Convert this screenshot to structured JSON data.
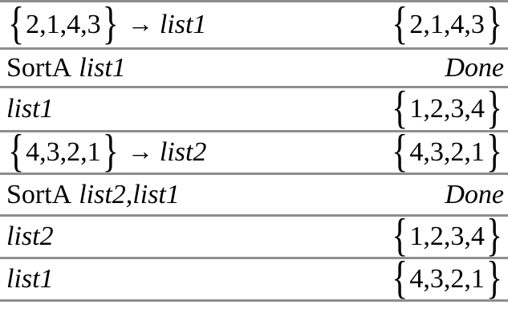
{
  "app": {
    "description": "Calculator history showing SortA list examples"
  },
  "symbols": {
    "open_brace": "{",
    "close_brace": "}",
    "assign_arrow": "→"
  },
  "rows": [
    {
      "type": "assignment",
      "input": {
        "values": "2,1,4,3",
        "target": "list1"
      },
      "output": {
        "values": "2,1,4,3"
      }
    },
    {
      "type": "command",
      "input": {
        "command": "SortA",
        "args": "list1"
      },
      "output": {
        "text": "Done"
      }
    },
    {
      "type": "recall",
      "input": {
        "name": "list1"
      },
      "output": {
        "values": "1,2,3,4"
      }
    },
    {
      "type": "assignment",
      "input": {
        "values": "4,3,2,1",
        "target": "list2"
      },
      "output": {
        "values": "4,3,2,1"
      }
    },
    {
      "type": "command",
      "input": {
        "command": "SortA",
        "args": "list2,list1"
      },
      "output": {
        "text": "Done"
      }
    },
    {
      "type": "recall",
      "input": {
        "name": "list2"
      },
      "output": {
        "values": "1,2,3,4"
      }
    },
    {
      "type": "recall",
      "input": {
        "name": "list1"
      },
      "output": {
        "values": "4,3,2,1"
      }
    }
  ]
}
